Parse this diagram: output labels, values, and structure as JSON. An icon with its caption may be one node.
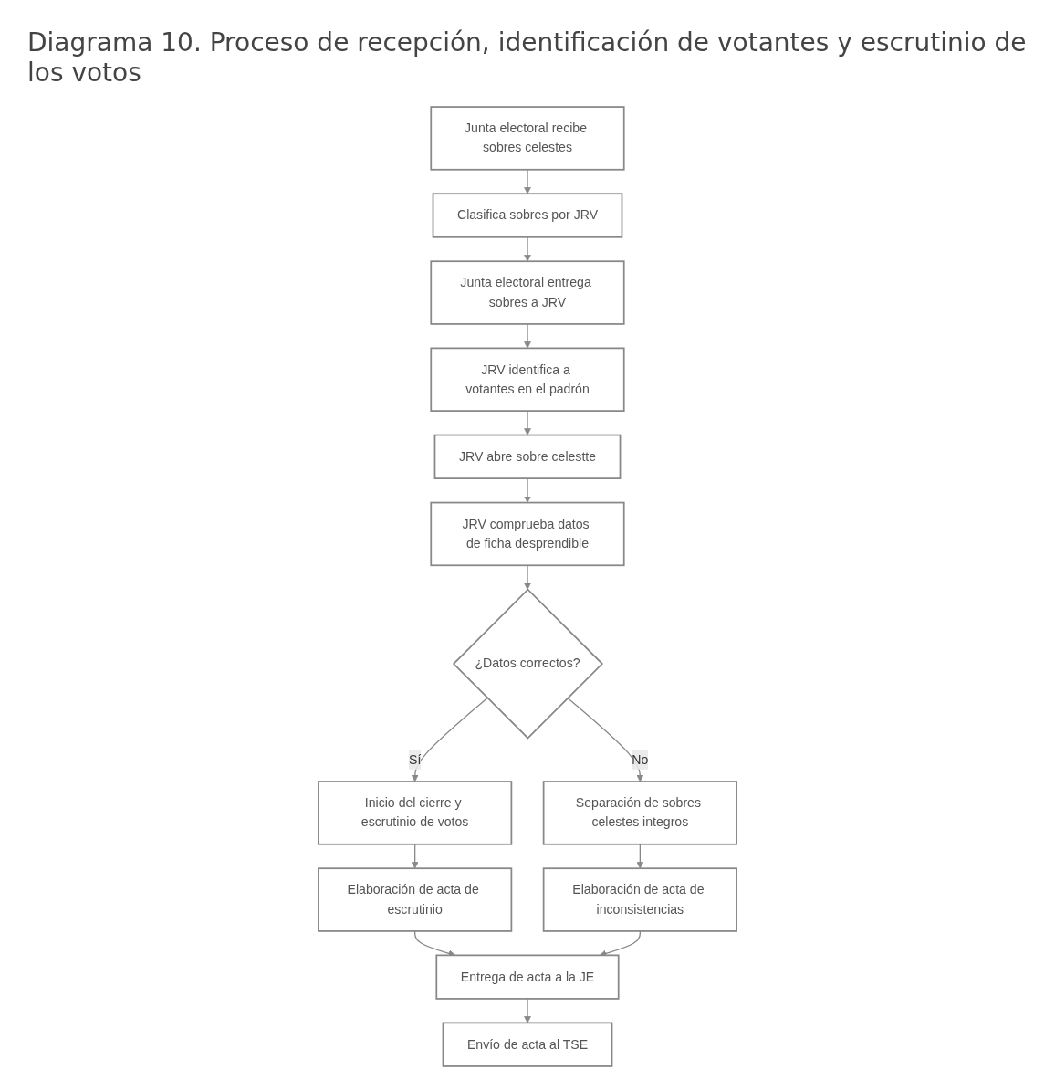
{
  "diagram": {
    "title": "Diagrama 10. Proceso de recepción, identificación de votantes y escrutinio de los votos",
    "nodes": [
      {
        "text": [
          "Junta electoral recibe sobres celestes"
        ]
      },
      {
        "text": [
          "Clasifica sobres por JRV"
        ]
      },
      {
        "text": [
          "Junta electoral entrega sobres a JRV"
        ]
      },
      {
        "text": [
          "JRV identifica a votantes en el padrón"
        ]
      },
      {
        "text": [
          "JRV abre sobre celestte"
        ]
      },
      {
        "text": [
          "JRV comprueba datos de ficha desprendible"
        ]
      },
      {
        "text": [
          "¿Datos correctos?"
        ]
      },
      {
        "text": [
          "Elaboración de acta de escrutinio"
        ]
      },
      {
        "text": [
          "Inicio del cierre y escrutinio de votos"
        ]
      },
      {
        "text": [
          "Entrega de acta a la JE"
        ]
      },
      {
        "text": [
          "Elaboración de acta de inconsistencias"
        ]
      },
      {
        "text": [
          "Separación de sobres celestes integros"
        ]
      },
      {
        "text": [
          "Envío de acta al TSE"
        ]
      }
    ],
    "edges": [
      {
        "from": 0,
        "to": 1,
        "arrow": "to"
      },
      {
        "from": 1,
        "to": 2,
        "arrow": "to"
      },
      {
        "from": 2,
        "to": 3,
        "arrow": "to"
      },
      {
        "from": 3,
        "to": 4,
        "arrow": "to"
      },
      {
        "from": 4,
        "to": 5,
        "arrow": "to"
      },
      {
        "from": 5,
        "to": 6,
        "arrow": "to"
      },
      {
        "from": 6,
        "to": 8,
        "arrow": "to",
        "label": "Sí"
      },
      {
        "from": 8,
        "to": 7,
        "arrow": "to"
      },
      {
        "from": 7,
        "to": 9,
        "arrow": "to"
      },
      {
        "from": 6,
        "to": 11,
        "arrow": "to",
        "label": "No"
      },
      {
        "from": 11,
        "to": 10,
        "arrow": "to"
      },
      {
        "from": 10,
        "to": 9,
        "arrow": "to"
      },
      {
        "from": 9,
        "to": 12,
        "arrow": "to"
      }
    ]
  }
}
